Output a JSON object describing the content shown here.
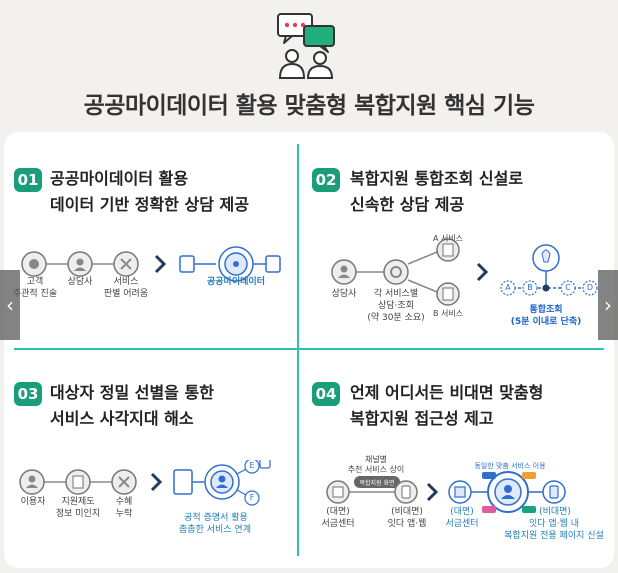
{
  "header": {
    "title": "공공마이데이터 활용 맞춤형 복합지원 핵심 기능",
    "icon": "consultation-chat-icon"
  },
  "colors": {
    "teal": "#1a9e7a",
    "divider": "#2cc4b0",
    "blue": "#1a63c7",
    "navy": "#243a5e"
  },
  "quadrants": [
    {
      "num": "01",
      "title_line1": "공공마이데이터 활용",
      "title_line2": "데이터 기반 정확한 상담 제공",
      "labels": {
        "a1": "고객",
        "a2": "주관적 진술",
        "b": "상담사",
        "c1": "서비스",
        "c2": "판별 어려움",
        "result": "공공마이데이터"
      }
    },
    {
      "num": "02",
      "title_line1": "복합지원 통합조회 신설로",
      "title_line2": "신속한 상담 제공",
      "labels": {
        "svcA": "A 서비스",
        "svcB": "B 서비스",
        "agent": "상담사",
        "each1": "각 서비스별",
        "each2": "상담·조회",
        "each3": "(약 30분 소요)",
        "res1": "통합조회",
        "res2": "(5분 이내로 단축)",
        "nodeA": "A",
        "nodeB": "B",
        "nodeC": "C",
        "nodeD": "D"
      }
    },
    {
      "num": "03",
      "title_line1": "대상자 정밀 선별을 통한",
      "title_line2": "서비스 사각지대 해소",
      "labels": {
        "a": "이용자",
        "b1": "지원제도",
        "b2": "정보 미인지",
        "c1": "수혜",
        "c2": "누락",
        "r1": "공적 증명서 활용",
        "r2": "촘촘한 서비스 연계",
        "e": "E",
        "f": "F"
      }
    },
    {
      "num": "04",
      "title_line1": "언제 어디서든 비대면 맞춤형",
      "title_line2": "복합지원 접근성 제고",
      "labels": {
        "top1": "채널별",
        "top2": "추천 서비스 상이",
        "pill": "복합지원 화면",
        "a1": "(대면)",
        "a2": "서금센터",
        "b1": "(비대면)",
        "b2": "잇다 앱·웹",
        "same": "동일한 맞춤 서비스 이용",
        "c1": "(대면)",
        "c2": "서금센터",
        "d1": "(비대면)",
        "d2": "잇다 앱·웹 내",
        "d3": "복합지원 전용 페이지 신설"
      }
    }
  ],
  "nav": {
    "prev": "‹",
    "next": "›"
  }
}
